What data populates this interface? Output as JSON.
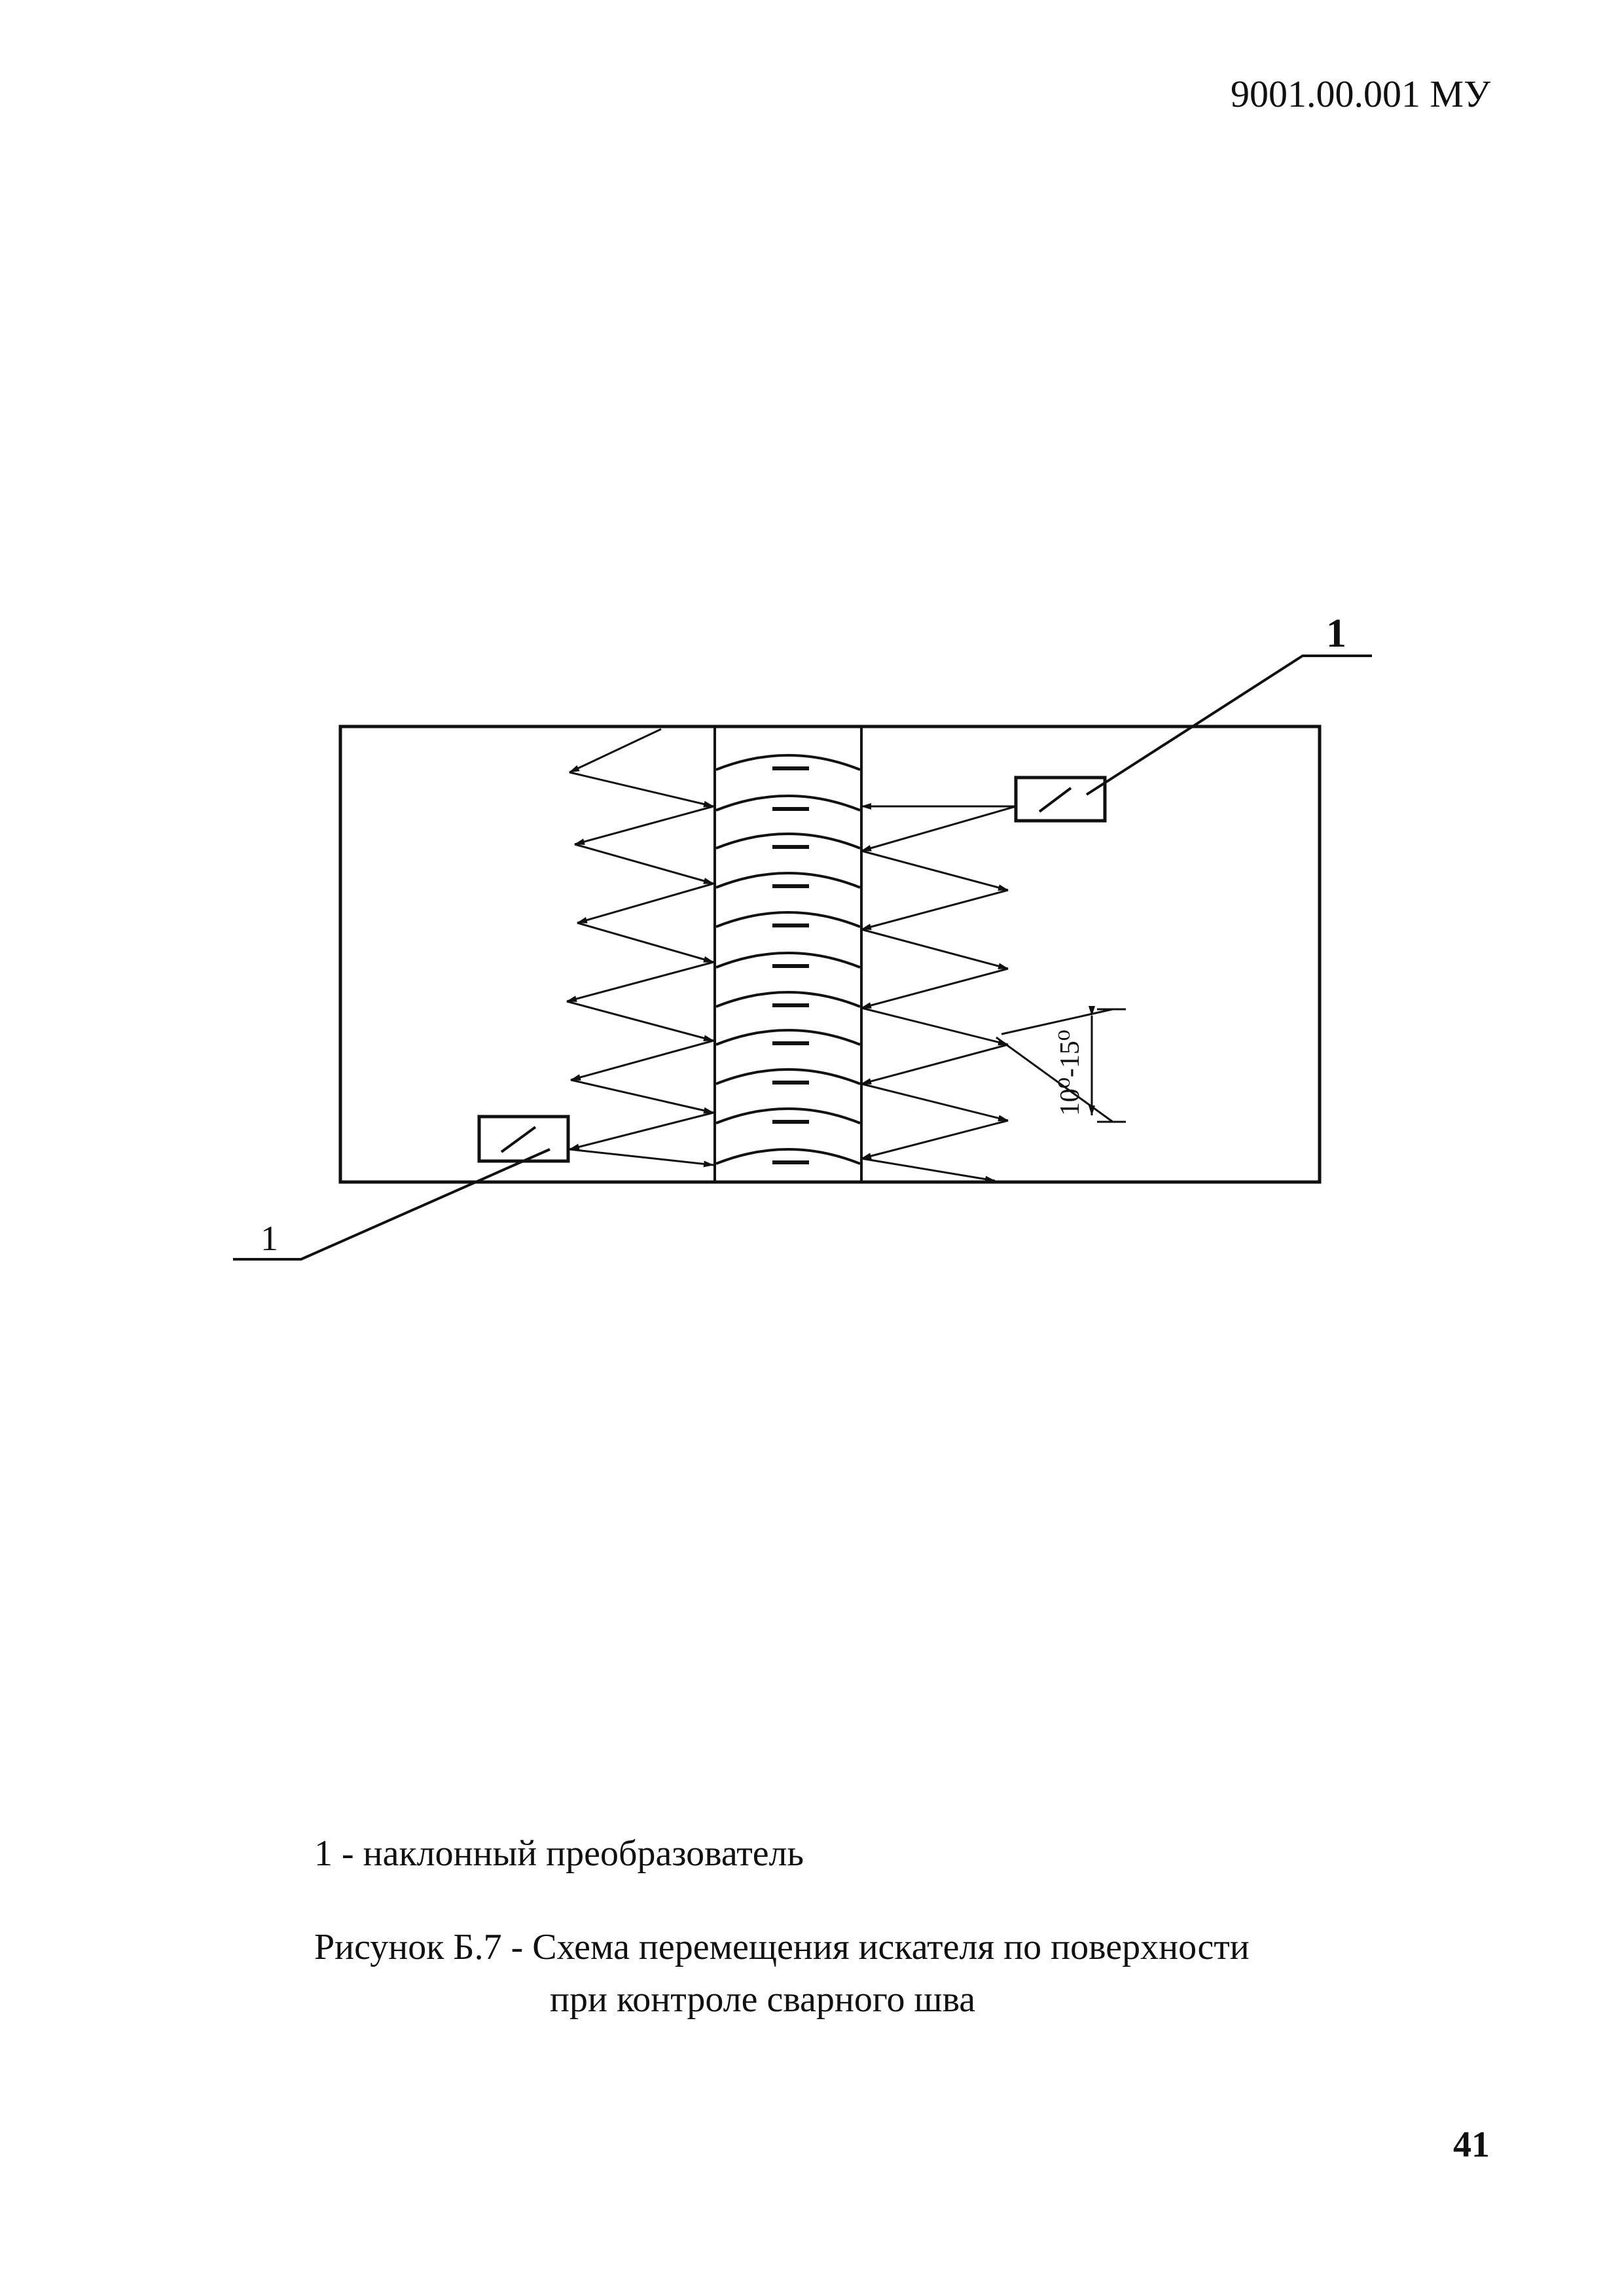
{
  "header": {
    "doc_code": "9001.00.001 МУ"
  },
  "figure": {
    "callout_top": "1",
    "callout_bottom": "1",
    "angle_label": "10⁰-15⁰"
  },
  "legend": {
    "text": "1 - наклонный преобразователь"
  },
  "caption": {
    "line1": "Рисунок Б.7 - Схема перемещения искателя по поверхности",
    "line2": "при контроле сварного шва"
  },
  "page_number": "41"
}
